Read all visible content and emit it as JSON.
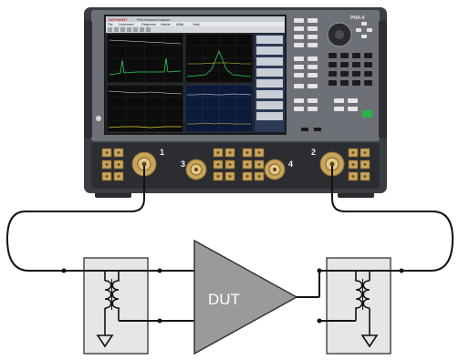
{
  "instrument": {
    "model": "PNA-X",
    "brand": "KEYSIGHT",
    "screen_title": "PNA Network Analyzer",
    "menu_items": [
      "File",
      "Instrument",
      "Response",
      "Marker",
      "Utility",
      "Help"
    ],
    "port_labels": [
      "1",
      "2",
      "3",
      "4"
    ]
  },
  "diagram": {
    "dut_label": "DUT"
  },
  "colors": {
    "analyzer_body": "#3a3d42",
    "analyzer_panel": "#5a5e64",
    "screen_bg": "#101010",
    "trace_green": "#2cd05a",
    "trace_yellow": "#e0d040",
    "trace_white": "#e8e8e8",
    "connector_gold": "#c9a45a",
    "coupler_fill": "#e6e6e6",
    "dut_fill": "#9a9a9a",
    "cable": "#111111",
    "accent_button": "#2bb34a"
  }
}
